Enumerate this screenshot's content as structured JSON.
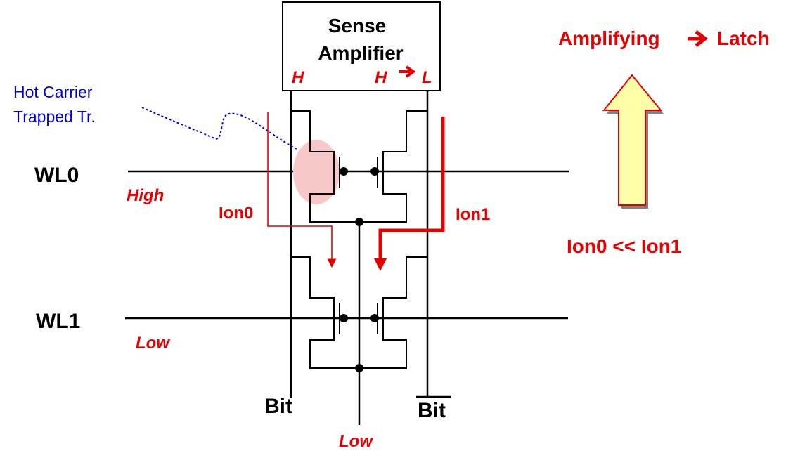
{
  "sense_amp": {
    "line1": "Sense",
    "line2": "Amplifier",
    "left_state": "H",
    "right_state_from": "H",
    "right_state_to": "L"
  },
  "annotation": {
    "line1": "Hot Carrier",
    "line2": "Trapped Tr."
  },
  "wordlines": [
    {
      "name": "WL0",
      "state": "High"
    },
    {
      "name": "WL1",
      "state": "Low"
    }
  ],
  "currents": {
    "left": "Ion0",
    "right": "Ion1"
  },
  "bitlines": {
    "bit": "Bit",
    "bit_bar": "Bit",
    "source_state": "Low"
  },
  "side": {
    "title_left": "Amplifying",
    "title_right": "Latch",
    "relation": "Ion0 << Ion1"
  },
  "colors": {
    "accent": "#e60000",
    "annotation": "#0000dd",
    "arrow_fill": "#ffffa8",
    "highlight": "#f8c8c8"
  }
}
